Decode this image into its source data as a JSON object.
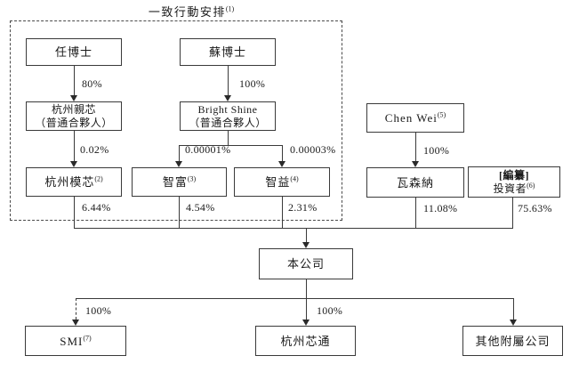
{
  "title": {
    "text": "一致行動安排",
    "sup": "(1)"
  },
  "nodes": {
    "ren": {
      "label": "任博士"
    },
    "su": {
      "label": "蘇博士"
    },
    "qinxin": {
      "line1": "杭州親芯",
      "line2": "（普通合夥人）"
    },
    "bright": {
      "line1": "Bright Shine",
      "line2": "（普通合夥人）"
    },
    "moxin": {
      "label": "杭州模芯",
      "sup": "(2)"
    },
    "zhifu": {
      "label": "智富",
      "sup": "(3)"
    },
    "zhiyi": {
      "label": "智益",
      "sup": "(4)"
    },
    "chenwei": {
      "label": "Chen Wei",
      "sup": "(5)"
    },
    "wasenna": {
      "label": "瓦森納"
    },
    "investors": {
      "line1": "[編纂]",
      "line2": "投資者",
      "sup": "(6)"
    },
    "company": {
      "label": "本公司"
    },
    "smi": {
      "label": "SMI",
      "sup": "(7)"
    },
    "xintong": {
      "label": "杭州芯通"
    },
    "othersubs": {
      "label": "其他附屬公司"
    }
  },
  "edges": {
    "ren_to_qinxin": "80%",
    "su_to_bright": "100%",
    "qinxin_to_moxin": "0.02%",
    "bright_to_zhifu": "0.00001%",
    "bright_to_zhiyi": "0.00003%",
    "chen_to_wasenna": "100%",
    "moxin_to_company": "6.44%",
    "zhifu_to_company": "4.54%",
    "zhiyi_to_company": "2.31%",
    "wasenna_to_company": "11.08%",
    "investors_to_company": "75.63%",
    "company_to_smi": "100%",
    "company_to_xintong": "100%"
  },
  "colors": {
    "line": "#3a3a3a",
    "text": "#1a1a1a",
    "background": "#ffffff"
  }
}
